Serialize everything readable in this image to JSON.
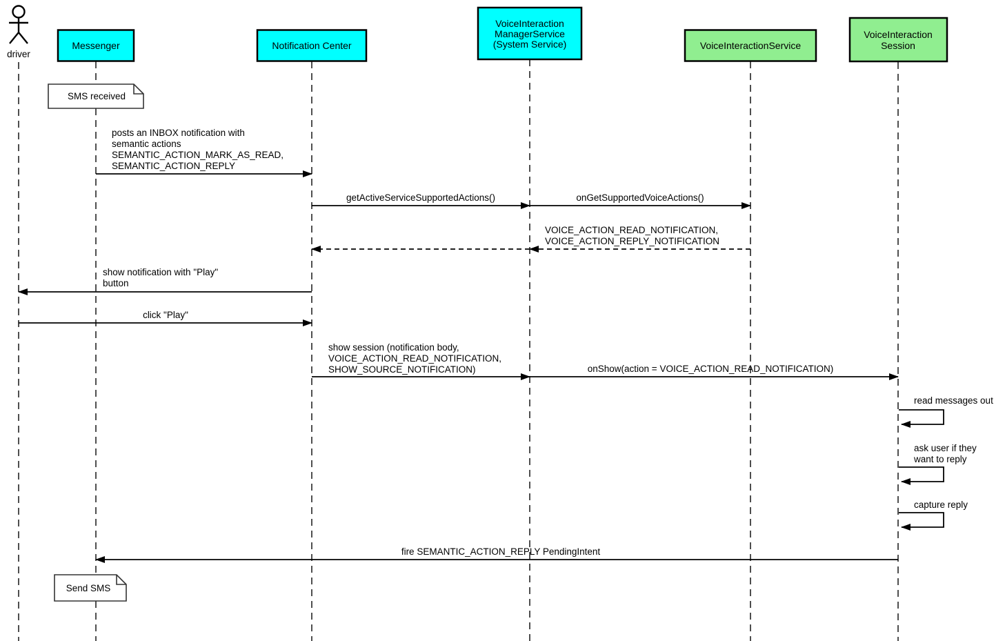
{
  "actor": {
    "label": "driver"
  },
  "participants": {
    "messenger": {
      "label": "Messenger",
      "color": "#00FFFF"
    },
    "notification_center": {
      "label": "Notification Center",
      "color": "#00FFFF"
    },
    "voice_interaction_manager_service": {
      "line1": "VoiceInteraction",
      "line2": "ManagerService",
      "line3": "(System Service)",
      "color": "#00FFFF"
    },
    "voice_interaction_service": {
      "label": "VoiceInteractionService",
      "color": "#90EE90"
    },
    "voice_interaction_session": {
      "line1": "VoiceInteraction",
      "line2": "Session",
      "color": "#90EE90"
    }
  },
  "notes": {
    "sms_received": {
      "label": "SMS received"
    },
    "send_sms": {
      "label": "Send SMS"
    }
  },
  "messages": {
    "post_notification": {
      "line1": "posts an INBOX notification with",
      "line2": "semantic actions",
      "line3": "SEMANTIC_ACTION_MARK_AS_READ,",
      "line4": "SEMANTIC_ACTION_REPLY"
    },
    "get_supported": {
      "label": "getActiveServiceSupportedActions()"
    },
    "on_get_supported": {
      "label": "onGetSupportedVoiceActions()"
    },
    "supported_return": {
      "line1": "VOICE_ACTION_READ_NOTIFICATION,",
      "line2": "VOICE_ACTION_REPLY_NOTIFICATION"
    },
    "show_notification": {
      "line1": "show notification with \"Play\"",
      "line2": "button"
    },
    "click_play": {
      "label": "click \"Play\""
    },
    "show_session": {
      "line1": "show session (notification body,",
      "line2": "VOICE_ACTION_READ_NOTIFICATION,",
      "line3": "SHOW_SOURCE_NOTIFICATION)"
    },
    "on_show": {
      "label": "onShow(action = VOICE_ACTION_READ_NOTIFICATION)"
    },
    "read_messages": {
      "label": "read messages out"
    },
    "ask_user": {
      "line1": "ask user if they",
      "line2": "want to reply"
    },
    "capture_reply": {
      "label": "capture reply"
    },
    "fire_reply": {
      "label": "fire SEMANTIC_ACTION_REPLY PendingIntent"
    }
  },
  "colors": {
    "cyan": "#00FFFF",
    "green": "#90EE90",
    "line": "#000000",
    "background": "#FFFFFF"
  }
}
